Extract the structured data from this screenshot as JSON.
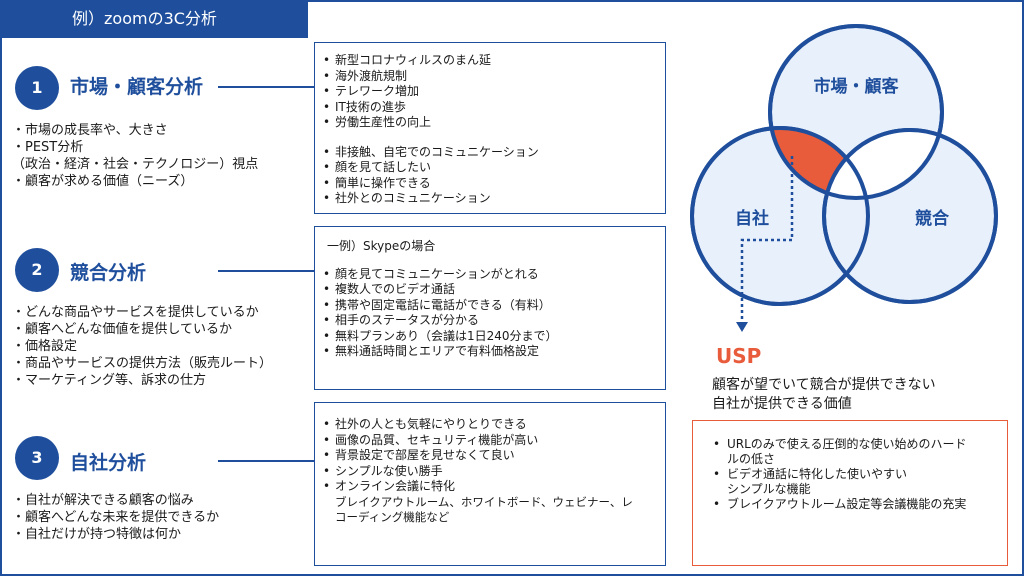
{
  "title": "例）zoomの3C分析",
  "sections": [
    {
      "num": "1",
      "heading": "市場・顧客分析",
      "points": [
        "・市場の成長率や、大きさ",
        "・PEST分析",
        "（政治・経済・社会・テクノロジー）視点",
        "・顧客が求める価値（ニーズ）"
      ],
      "box_group1": [
        "新型コロナウィルスのまん延",
        "海外渡航規制",
        "テレワーク増加",
        "IT技術の進歩",
        "労働生産性の向上"
      ],
      "box_group2": [
        "非接触、自宅でのコミュニケーション",
        "顔を見て話したい",
        "簡単に操作できる",
        "社外とのコミュニケーション"
      ]
    },
    {
      "num": "2",
      "heading": "競合分析",
      "points": [
        "・どんな商品やサービスを提供しているか",
        "・顧客へどんな価値を提供しているか",
        "・価格設定",
        "・商品やサービスの提供方法（販売ルート）",
        "・マーケティング等、訴求の仕方"
      ],
      "box_note": "一例）Skypeの場合",
      "box_items": [
        "顔を見てコミュニケーションがとれる",
        "複数人でのビデオ通話",
        "携帯や固定電話に電話ができる（有料）",
        "相手のステータスが分かる",
        "無料プランあり（会議は1日240分まで）",
        "無料通話時間とエリアで有料価格設定"
      ]
    },
    {
      "num": "3",
      "heading": "自社分析",
      "points": [
        "・自社が解決できる顧客の悩み",
        "・顧客へどんな未来を提供できるか",
        "・自社だけが持つ特徴は何か"
      ],
      "box_items": [
        "社外の人とも気軽にやりとりできる",
        "画像の品質、セキュリティ機能が高い",
        "背景設定で部屋を見せなくて良い",
        "シンプルな使い勝手",
        "オンライン会議に特化"
      ],
      "box_cont1": "ブレイクアウトルーム、ホワイトボード、ウェビナー、レ",
      "box_cont2": "コーディング機能など"
    }
  ],
  "venn": {
    "market_label": "市場・顧客",
    "self_label": "自社",
    "competitor_label": "競合"
  },
  "usp": {
    "title": "USP",
    "desc1": "顧客が望でいて競合が提供できない",
    "desc2": "自社が提供できる価値",
    "item1a": "URLのみで使える圧倒的な使い始めのハード",
    "item1b": "ルの低さ",
    "item2a": "ビデオ通話に特化した使いやすい",
    "item2b": "シンプルな機能",
    "item3": "ブレイクアウトルーム設定等会議機能の充実"
  },
  "colors": {
    "primary": "#1f4f9c",
    "circle_fill": "#e8f0fb",
    "highlight": "#e85b3b",
    "box_border": "#1f4f9c"
  }
}
